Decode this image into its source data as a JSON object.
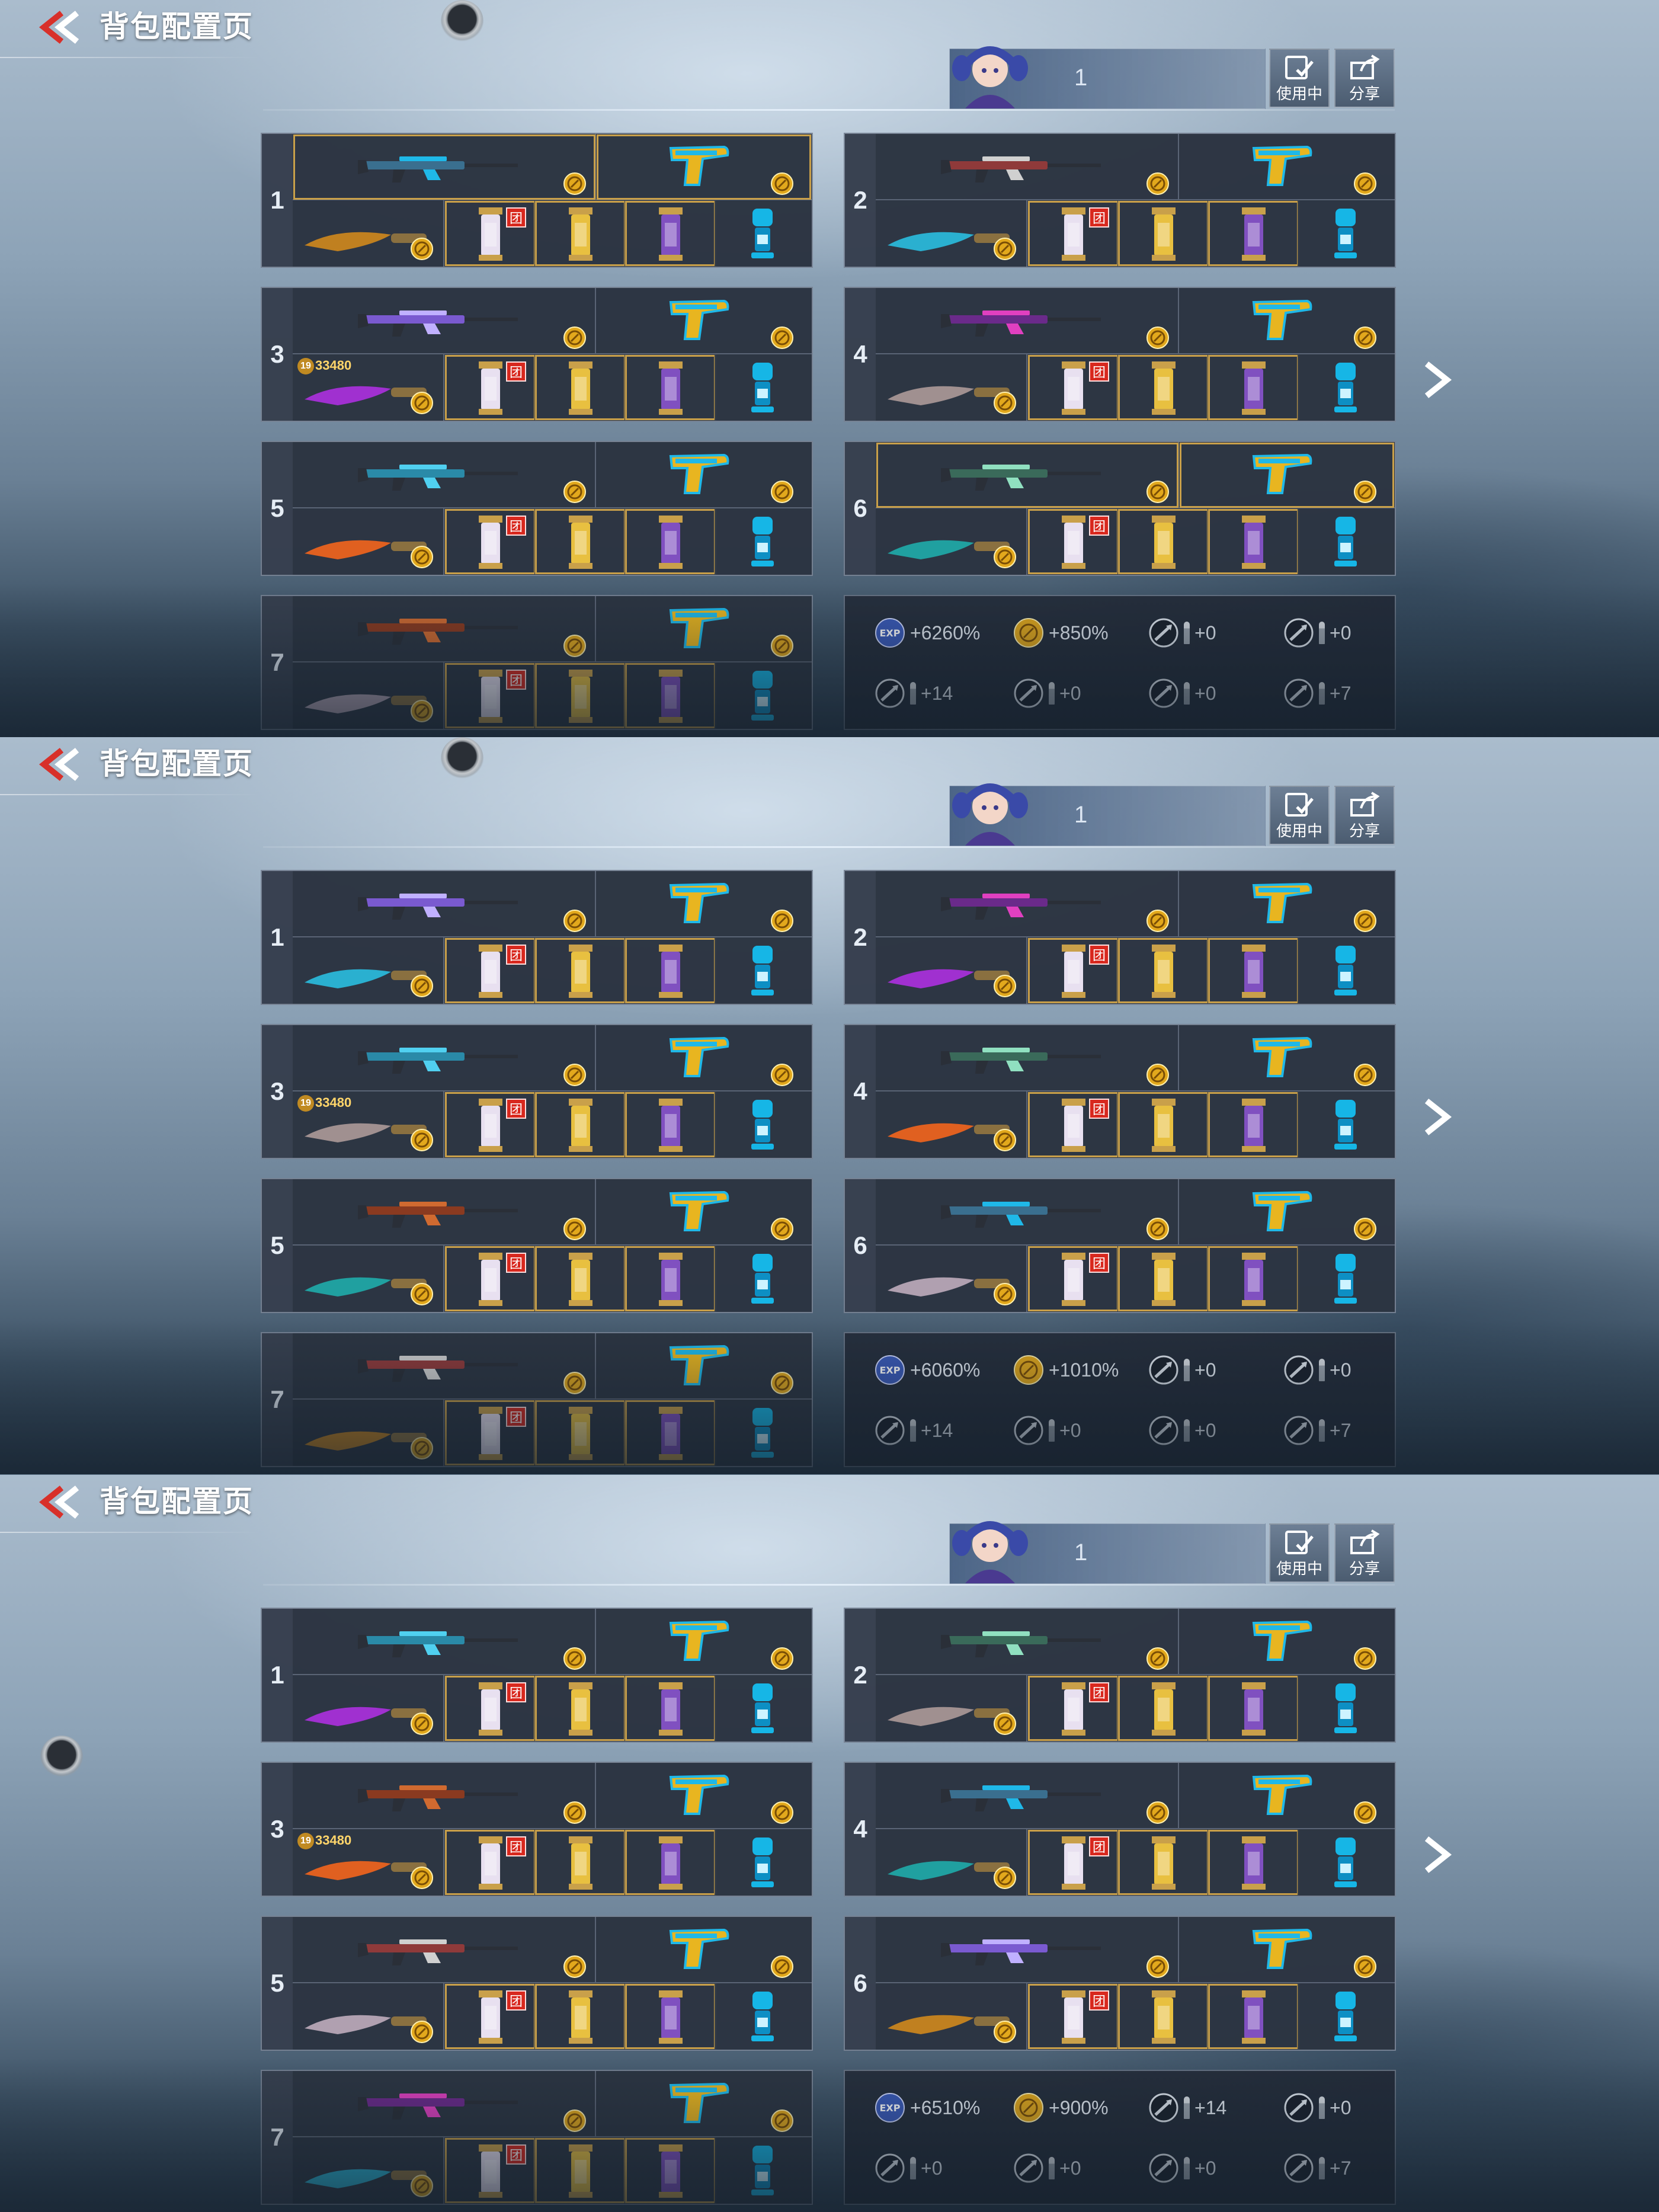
{
  "screens": [
    {
      "title": "背包配置页",
      "level": "1",
      "btn_in_use": "使用中",
      "btn_share": "分享",
      "slot_numbers": [
        "1",
        "2",
        "3",
        "4",
        "5",
        "6",
        "7"
      ],
      "score_tag": "33480",
      "score_level": "19",
      "badge_text": "团",
      "stats": {
        "exp": "+6260%",
        "gold": "+850%",
        "knife_count": "+0",
        "rifle_count": "+0",
        "smg_count": "+14",
        "shotgun_count": "+0",
        "sniper_count": "+0",
        "pistol_count": "+7"
      }
    },
    {
      "title": "背包配置页",
      "level": "1",
      "btn_in_use": "使用中",
      "btn_share": "分享",
      "slot_numbers": [
        "1",
        "2",
        "3",
        "4",
        "5",
        "6",
        "7"
      ],
      "score_tag": "33480",
      "score_level": "19",
      "badge_text": "团",
      "stats": {
        "exp": "+6060%",
        "gold": "+1010%",
        "knife_count": "+0",
        "rifle_count": "+0",
        "smg_count": "+14",
        "shotgun_count": "+0",
        "sniper_count": "+0",
        "pistol_count": "+7"
      }
    },
    {
      "title": "背包配置页",
      "level": "1",
      "btn_in_use": "使用中",
      "btn_share": "分享",
      "slot_numbers": [
        "1",
        "2",
        "3",
        "4",
        "5",
        "6",
        "7"
      ],
      "score_tag": "33480",
      "score_level": "19",
      "badge_text": "团",
      "stats": {
        "exp": "+6510%",
        "gold": "+900%",
        "knife_count": "+14",
        "rifle_count": "+0",
        "smg_count": "+0",
        "shotgun_count": "+0",
        "sniper_count": "+0",
        "pistol_count": "+7"
      }
    }
  ],
  "icons": {
    "back": "double-chevron-left-icon",
    "next": "chevron-right-icon",
    "coin": "gold-coin-icon",
    "exp": "exp-badge-icon",
    "share": "share-icon",
    "in_use": "check-card-icon"
  },
  "colors": {
    "gold": "#c9a04a",
    "badge_red": "#d8281e",
    "accent_blue": "#1fb8e8"
  }
}
